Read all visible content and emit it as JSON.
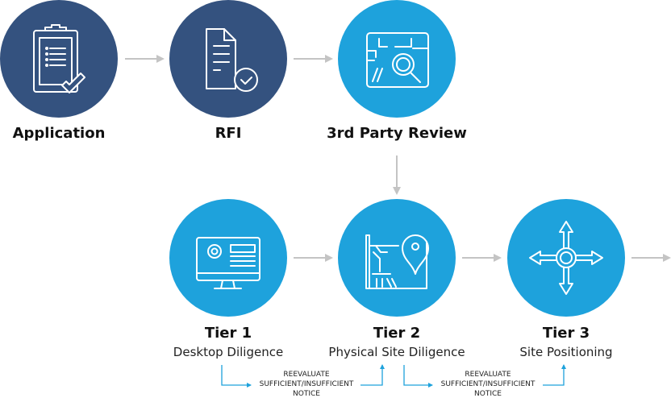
{
  "colors": {
    "dark_blue": "#34527f",
    "light_blue": "#1ea2dc",
    "arrow_gray": "#c4c4c4"
  },
  "steps": [
    {
      "title": "Application",
      "icon": "clipboard-check-icon"
    },
    {
      "title": "RFI",
      "icon": "document-check-icon"
    },
    {
      "title": "3rd Party Review",
      "icon": "map-search-icon"
    }
  ],
  "tiers": [
    {
      "title": "Tier 1",
      "subtitle": "Desktop Diligence",
      "icon": "monitor-gear-icon"
    },
    {
      "title": "Tier 2",
      "subtitle": "Physical Site Diligence",
      "icon": "map-pin-icon"
    },
    {
      "title": "Tier 3",
      "subtitle": "Site Positioning",
      "icon": "four-way-arrows-icon"
    }
  ],
  "notes": [
    {
      "lines": [
        "REEVALUATE",
        "SUFFICIENT/INSUFFICIENT",
        "NOTICE"
      ]
    },
    {
      "lines": [
        "REEVALUATE",
        "SUFFICIENT/INSUFFICIENT",
        "NOTICE"
      ]
    }
  ]
}
